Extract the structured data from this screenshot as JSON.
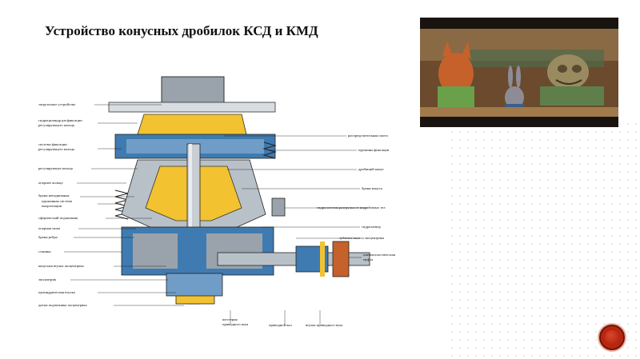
{
  "slide": {
    "title": "Устройство конусных дробилок КСД и КМД",
    "labels_left": [
      "загрузочное устройство",
      "гидроцилиндр расфиксации",
      "регулирующего кольца",
      "система фиксации",
      "регулирующего кольца",
      "регулирующее кольцо",
      "опорное кольцо",
      "броня неподвижная",
      "пружинная система",
      "амортизации",
      "сферический подшипник",
      "опорная чаша",
      "броня ребра",
      "станина",
      "конусная втулка эксцентрика",
      "эксцентрик",
      "цилиндрическая втулка",
      "диски подпятника эксцентрика"
    ],
    "labels_right": [
      "распределительная плита",
      "пружины фиксации",
      "дробящий конус",
      "броня конуса",
      "гидросистема разгрузки от недробимых тел",
      "гидрозатвор",
      "зубчатое колесо эксцентрика",
      "пневмоэластическая",
      "муфта"
    ],
    "labels_bottom": [
      "шестерня",
      "приводного вала",
      "приводной вал",
      "втулка приводного вала"
    ]
  },
  "colors": {
    "accent_button": "#b8260f",
    "machine_yellow": "#f2c230",
    "machine_gray": "#9aa3ab",
    "machine_blue": "#3f7bb0"
  }
}
